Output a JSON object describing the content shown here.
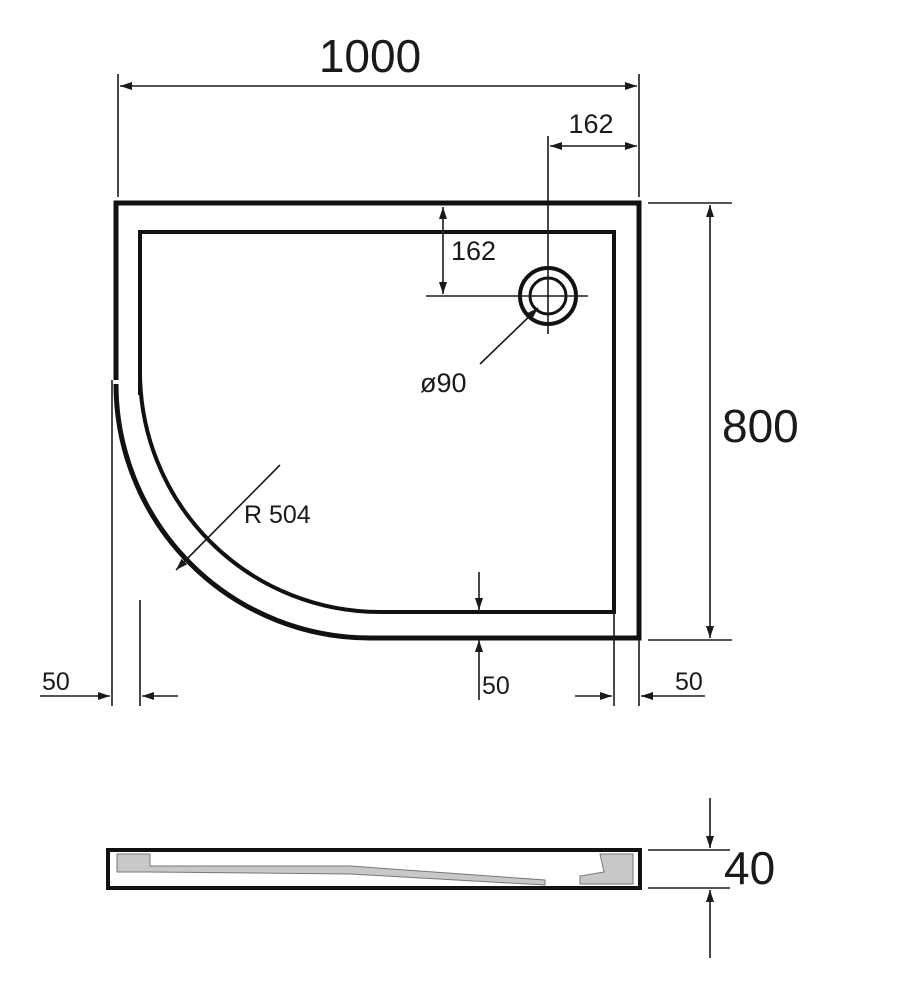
{
  "dimensions": {
    "width": "1000",
    "depth": "800",
    "drain_offset_x": "162",
    "drain_offset_y": "162",
    "drain_diameter": "ø90",
    "radius": "R 504",
    "rim_left": "50",
    "rim_front": "50",
    "rim_right": "50",
    "height": "40"
  },
  "colors": {
    "line": "#111111",
    "section_fill": "#c8c8c8",
    "background": "#ffffff"
  }
}
